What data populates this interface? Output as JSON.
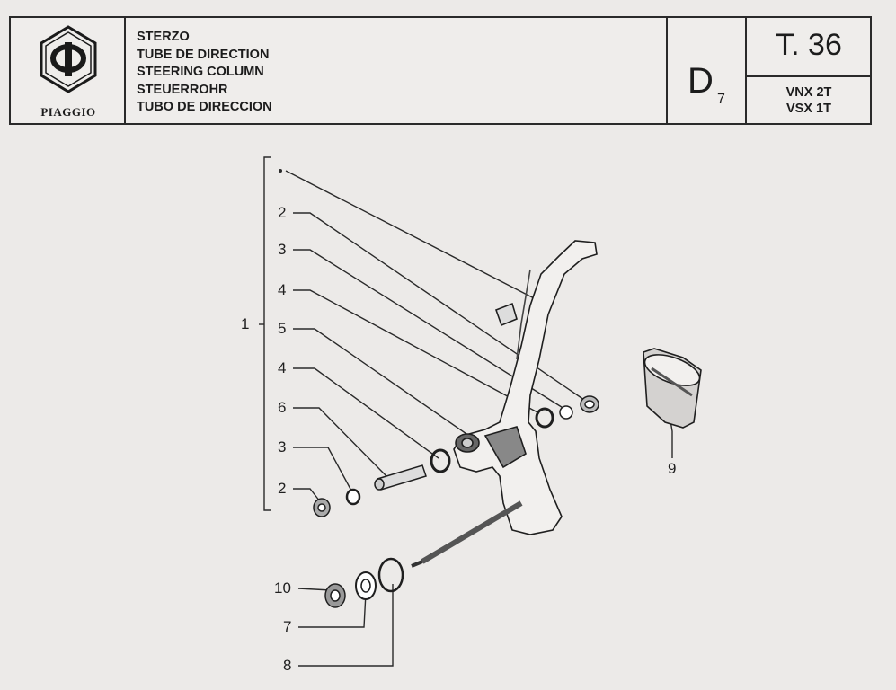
{
  "brand": {
    "name": "PIAGGIO",
    "logo_icon": "piaggio-hexagon-logo-icon"
  },
  "titles": [
    "STERZO",
    "TUBE DE DIRECTION",
    "STEERING COLUMN",
    "STEUERROHR",
    "TUBO DE DIRECCION"
  ],
  "group": {
    "code": "D",
    "subscript": "7"
  },
  "table": {
    "code": "T. 36",
    "models": [
      "VNX 2T",
      "VSX 1T"
    ]
  },
  "callouts": {
    "assembly": "1",
    "bracket_items": [
      "2",
      "3",
      "4",
      "5",
      "4",
      "6",
      "3",
      "2"
    ],
    "item_9": "9",
    "item_10": "10",
    "item_7": "7",
    "item_8": "8"
  }
}
